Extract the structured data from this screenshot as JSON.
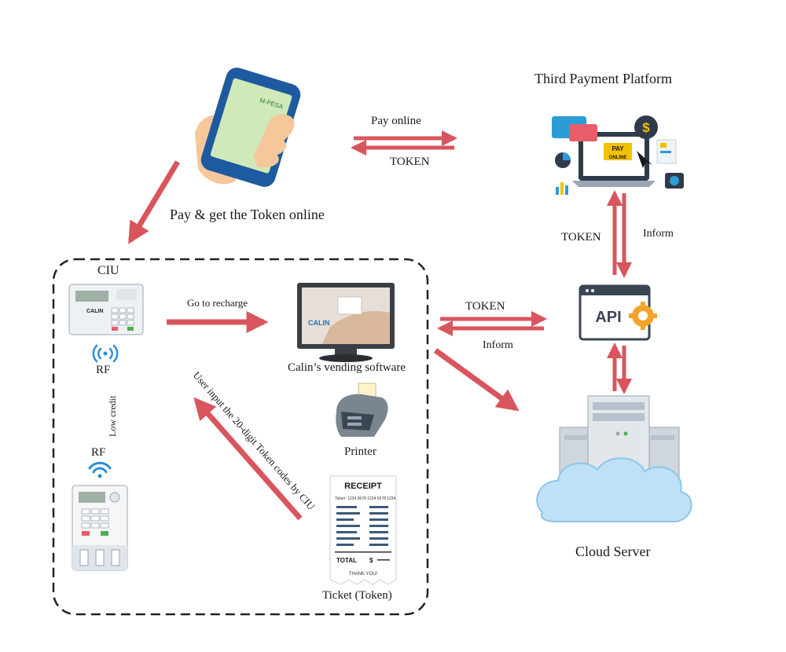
{
  "colors": {
    "arrow": "#d9555d",
    "dash_border": "#222222",
    "cloud": "#bfe0f6",
    "server": "#cfd6dd",
    "phone": "#1e5aa0",
    "screen_green": "#cfe9b8",
    "api_gear": "#f2a52a",
    "wifi": "#2a8fd6"
  },
  "phone_screen": {
    "brand": "M-PESA"
  },
  "labels": {
    "third_payment_platform": "Third Payment Platform",
    "pay_online": "Pay online",
    "token_top": "TOKEN",
    "pay_get_token": "Pay & get the Token online",
    "ciu": "CIU",
    "go_to_recharge": "Go to recharge",
    "rf_top": "RF",
    "low_credit": "Low credit",
    "rf_bottom": "RF",
    "calin_vending": "Calin’s vending software",
    "user_input": "User input the 20-digit Token codes by CIU",
    "printer": "Printer",
    "ticket_token": "Ticket (Token)",
    "token_mid": "TOKEN",
    "inform_mid": "Inform",
    "token_right": "TOKEN",
    "inform_right": "Inform",
    "cloud_server": "Cloud Server"
  },
  "icons": {
    "payment_platform": {
      "pay_badge": "PAY",
      "online_badge": "ONLINE",
      "dollar": "$"
    },
    "api_box": {
      "text": "API"
    },
    "monitor": {
      "brand": "CALIN"
    },
    "ciu_device": {
      "brand": "CALIN"
    },
    "receipt": {
      "title": "RECEIPT",
      "token_line": "Token: 1234 5678 1234 5678 1234",
      "total_label": "TOTAL",
      "total_symbol": "$",
      "thanks": "THANK YOU!"
    }
  }
}
